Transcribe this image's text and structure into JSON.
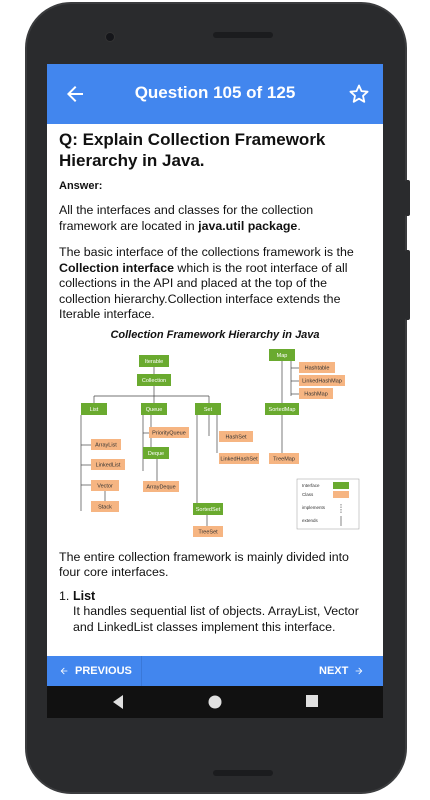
{
  "header": {
    "title": "Question 105 of 125",
    "back_icon": "arrow-left-icon",
    "star_icon": "star-outline-icon"
  },
  "content": {
    "question": "Q: Explain Collection Framework Hierarchy in Java.",
    "answer_label": "Answer:",
    "para1_pre": "All the interfaces and classes for the collection framework are located in ",
    "para1_bold": "java.util package",
    "para1_post": ".",
    "para2_pre": "The basic interface of the collections framework is the ",
    "para2_bold": "Collection interface",
    "para2_post": " which is the root interface of all collections in the API and placed at the top of the collection hierarchy.Collection interface extends the Iterable interface.",
    "diagram": {
      "title": "Collection Framework Hierarchy in Java",
      "interface_color": "#6aaa2f",
      "class_color": "#f6b582",
      "interfaces": {
        "iterable": "Iterable",
        "collection": "Collection",
        "list": "List",
        "queue": "Queue",
        "set": "Set",
        "deque": "Deque",
        "sortedset": "SortedSet",
        "map": "Map",
        "sortedmap": "SortedMap"
      },
      "classes": {
        "arraylist": "ArrayList",
        "linkedlist": "LinkedList",
        "vector": "Vector",
        "stack": "Stack",
        "priorityqueue": "PriorityQueue",
        "arraydeque": "ArrayDeque",
        "hashset": "HashSet",
        "linkedhashset": "LinkedHashSet",
        "treeset": "TreeSet",
        "hashtable": "Hashtable",
        "linkedhashmap": "LinkedHashMap",
        "hashmap": "HashMap",
        "treemap": "TreeMap"
      },
      "legend": {
        "interface": "Interface",
        "class": "Class",
        "implements": "implements",
        "extends": "extends"
      }
    },
    "para3": "The entire collection framework is mainly divided into four core interfaces.",
    "list": [
      {
        "num": "1.",
        "title": "List",
        "desc": "It handles sequential list of objects. ArrayList, Vector and LinkedList classes implement this interface."
      }
    ]
  },
  "footer": {
    "prev_label": "PREVIOUS",
    "next_label": "NEXT",
    "prev_icon": "arrow-left-icon",
    "next_icon": "arrow-right-icon"
  },
  "system_nav": {
    "back_icon": "triangle-back-icon",
    "home_icon": "circle-home-icon",
    "recents_icon": "square-recents-icon"
  }
}
